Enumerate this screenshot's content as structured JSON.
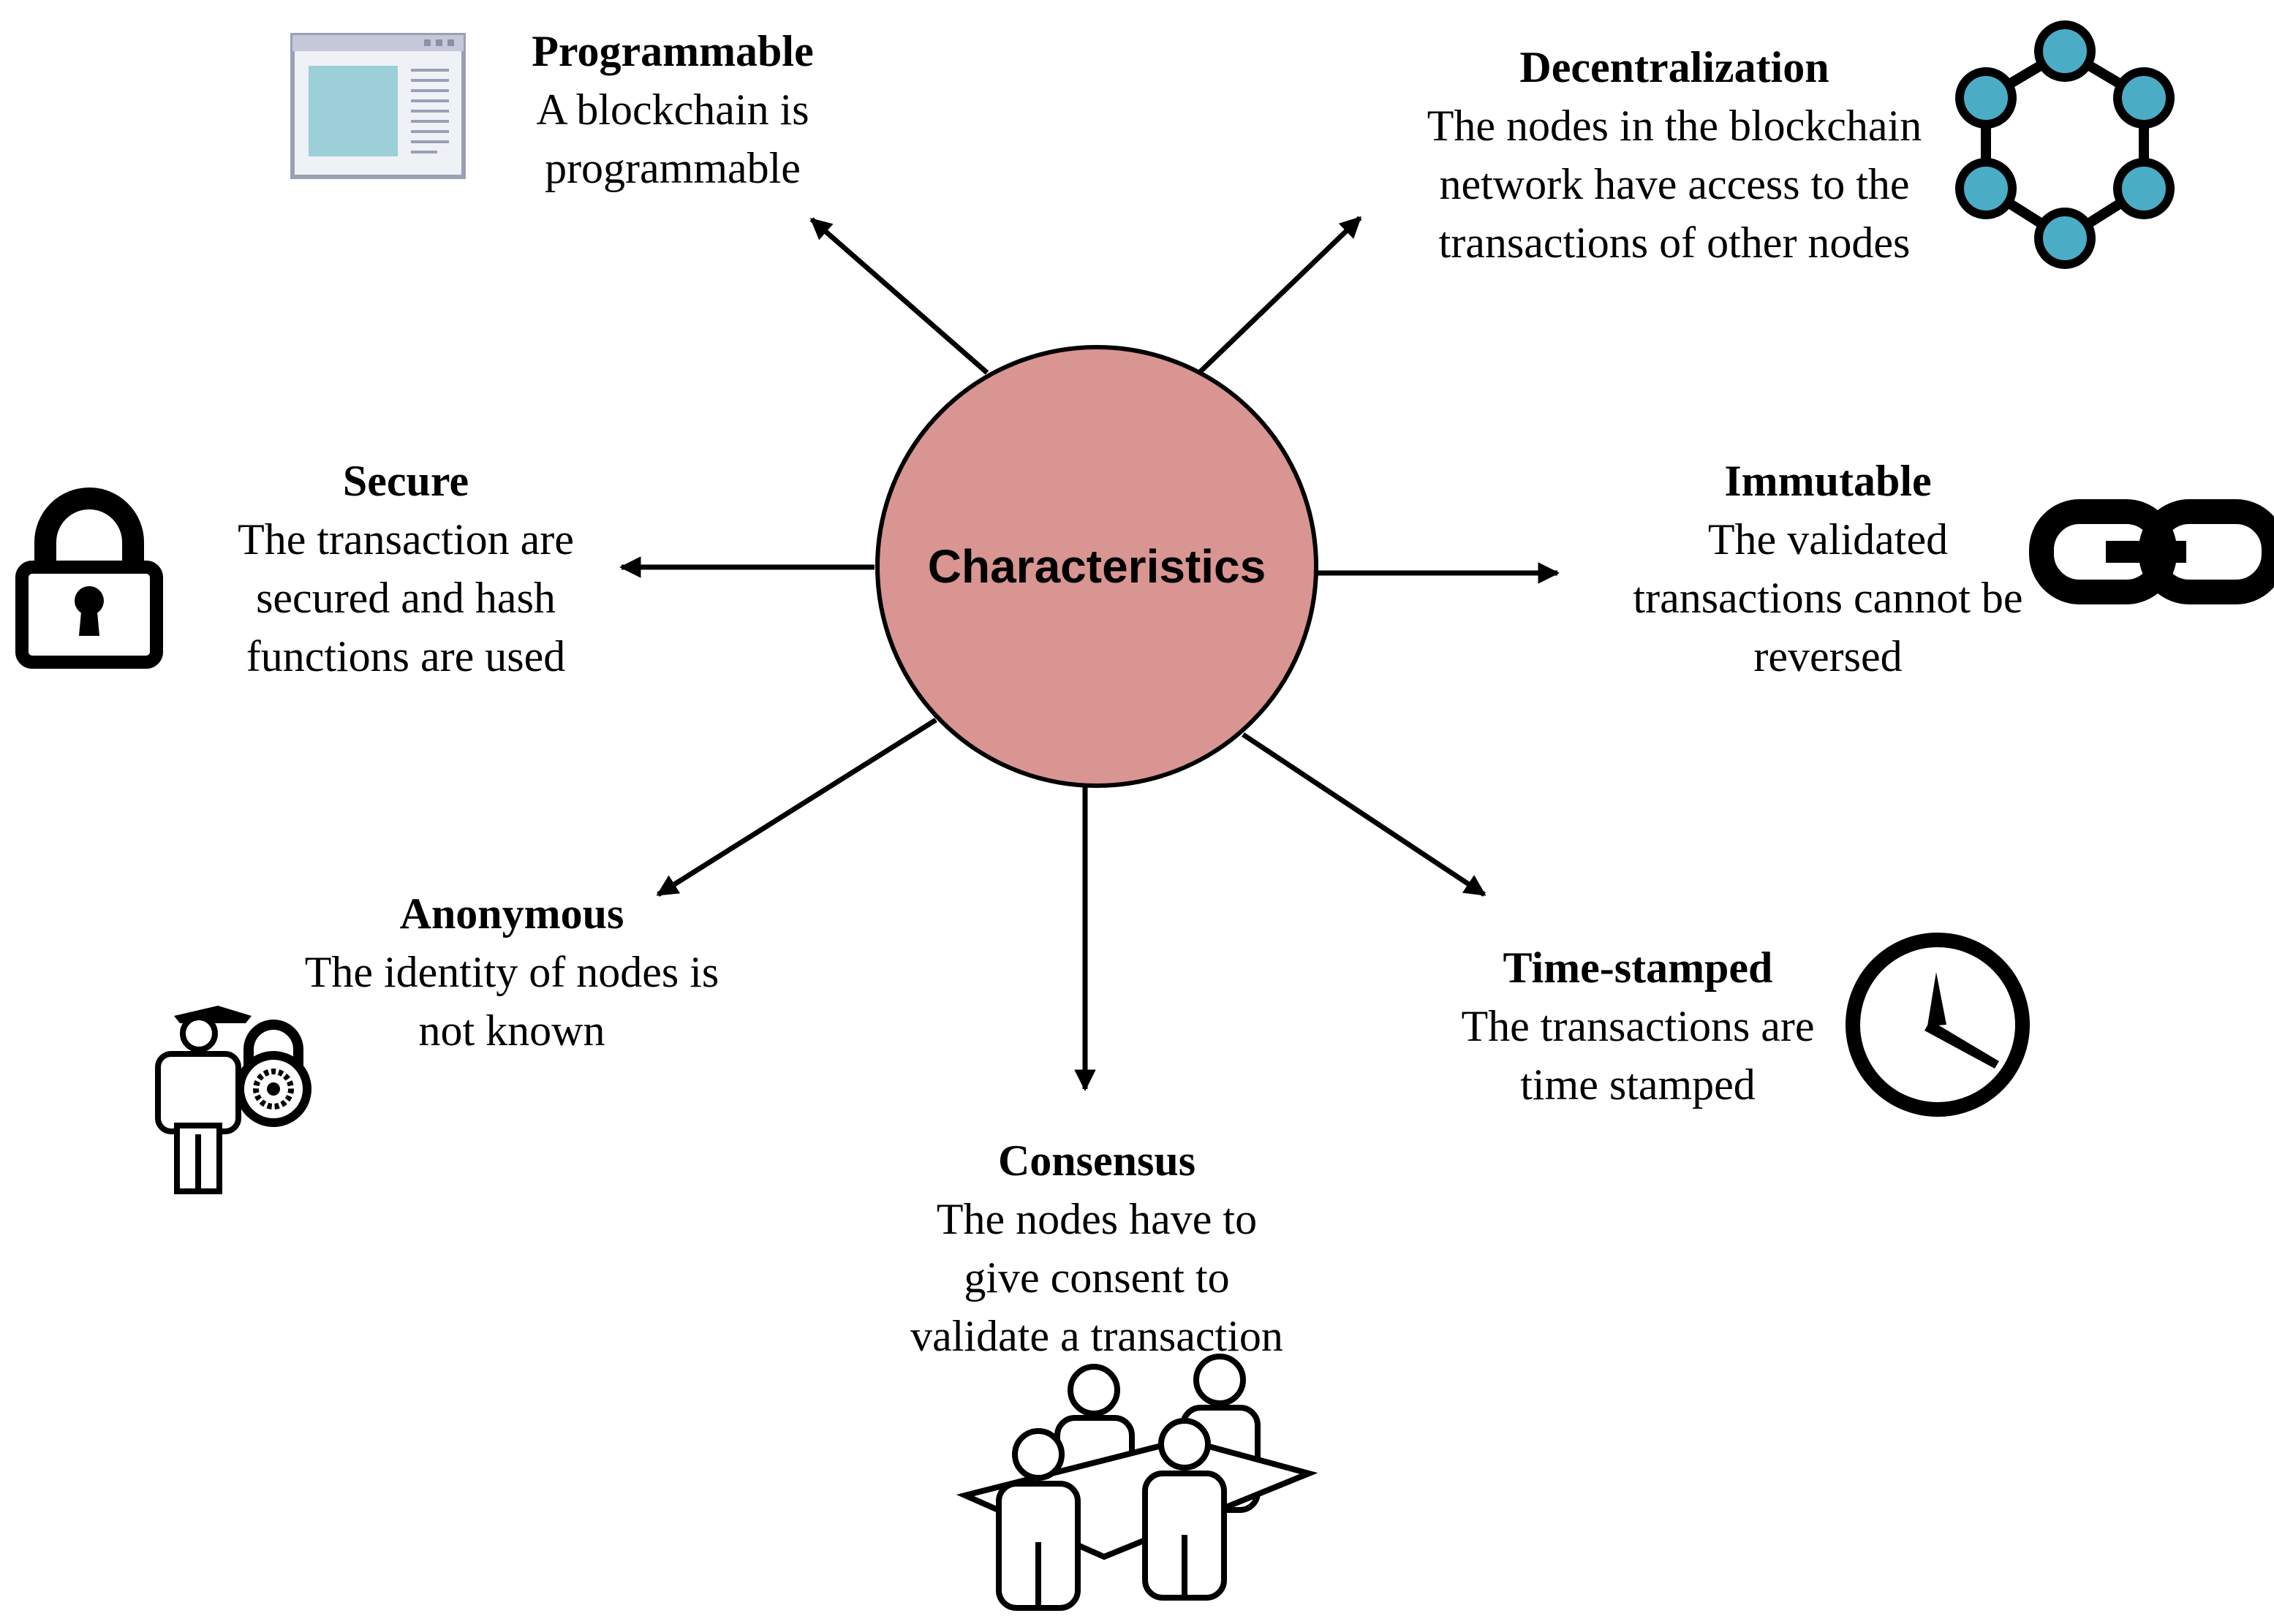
{
  "hub": {
    "label": "Characteristics",
    "fill": "#d99592"
  },
  "characteristics": [
    {
      "id": "programmable",
      "title": "Programmable",
      "text": "A blockchain is\nprogrammable",
      "icon": "browser-window-icon"
    },
    {
      "id": "decentralization",
      "title": "Decentralization",
      "text": "The nodes in the blockchain\nnetwork have access to the\ntransactions of other nodes",
      "icon": "node-ring-icon"
    },
    {
      "id": "secure",
      "title": "Secure",
      "text": "The transaction are\nsecured and hash\nfunctions are used",
      "icon": "padlock-icon"
    },
    {
      "id": "immutable",
      "title": "Immutable",
      "text": "The validated\ntransactions cannot be\nreversed",
      "icon": "chain-link-icon"
    },
    {
      "id": "anonymous",
      "title": "Anonymous",
      "text": "The identity of nodes is\nnot known",
      "icon": "masked-person-lock-icon"
    },
    {
      "id": "time-stamped",
      "title": "Time-stamped",
      "text": "The transactions are\ntime stamped",
      "icon": "clock-icon"
    },
    {
      "id": "consensus",
      "title": "Consensus",
      "text": "The nodes have to\ngive consent to\nvalidate a transaction",
      "icon": "meeting-group-icon"
    }
  ],
  "colors": {
    "node": "#4bacc6",
    "browser_frame": "#c4c8d8",
    "browser_panel": "#9ccfd8"
  }
}
